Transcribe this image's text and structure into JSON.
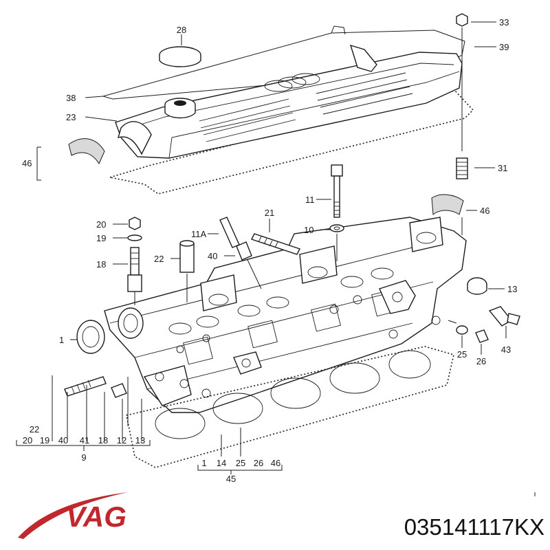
{
  "callouts": {
    "c28": "28",
    "c33": "33",
    "c39": "39",
    "c38": "38",
    "c23": "23",
    "c46a": "46",
    "c31": "31",
    "c11": "11",
    "c46b": "46",
    "c21": "21",
    "c20": "20",
    "c11a": "11A",
    "c10": "10",
    "c19": "19",
    "c22a": "22",
    "c40": "40",
    "c18": "18",
    "c13": "13",
    "c1": "1",
    "c43": "43",
    "c25": "25",
    "c26": "26"
  },
  "group_9": {
    "top": "22",
    "items": [
      "20",
      "19",
      "40",
      "41",
      "18",
      "12",
      "13"
    ],
    "total": "9"
  },
  "group_45": {
    "items": [
      "1",
      "14",
      "25",
      "26",
      "46"
    ],
    "total": "45"
  },
  "brand": {
    "logo_text": "VAG",
    "logo_color": "#c0282e",
    "part_number": "035141117KX"
  }
}
